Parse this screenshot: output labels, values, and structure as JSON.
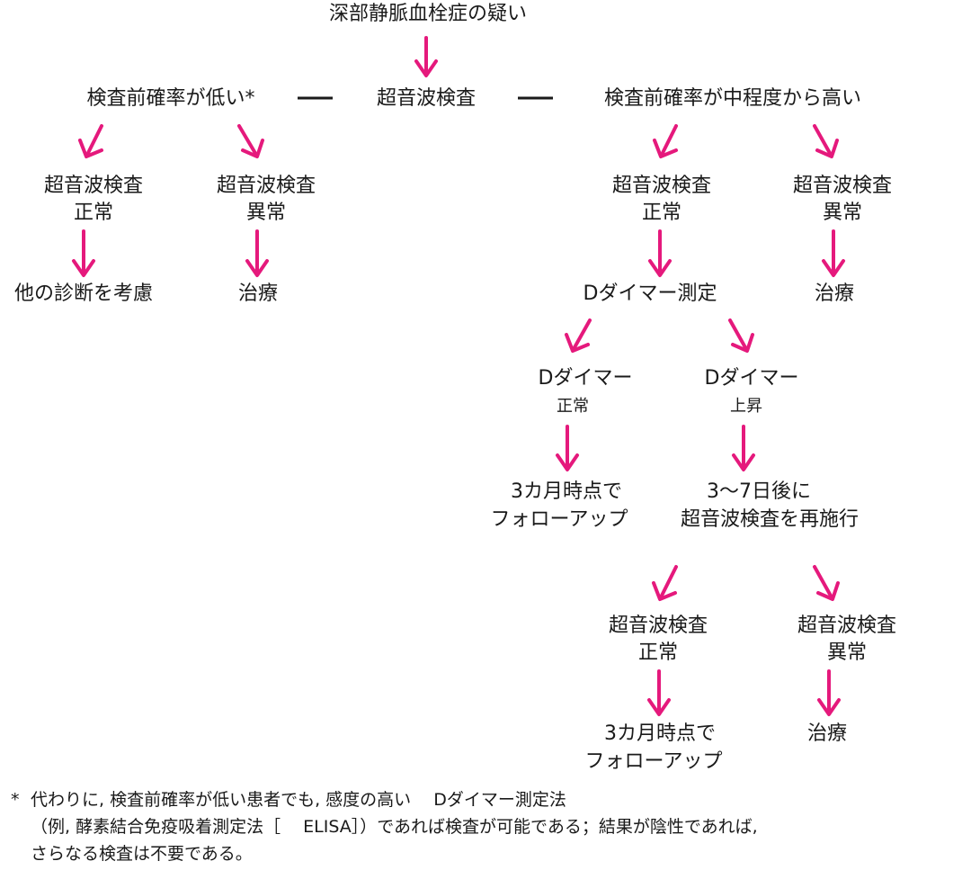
{
  "accent_color": "#e5197c",
  "nodes": {
    "top": "深部静脈血栓症の疑い",
    "center": "超音波検査",
    "low_prob": "検査前確率が低い*",
    "high_prob": "検査前確率が中程度から高い",
    "us_label": "超音波検査",
    "normal": "正常",
    "abnormal": "異常",
    "other_dx": "他の診断を考慮",
    "treatment": "治療",
    "d_dimer_test": "Dダイマー測定",
    "d_dimer": "Dダイマー",
    "elevated": "上昇",
    "followup_1": "3カ月時点で",
    "followup_2": "フォローアップ",
    "repeat_1": "3～7日後に",
    "repeat_2": "超音波検査を再施行"
  },
  "footnote": {
    "star": "*",
    "line1": "代わりに, 検査前確率が低い患者でも, 感度の高い　 Dダイマー測定法",
    "line2": "（例, 酵素結合免疫吸着測定法［　 ELISA］）であれば検査が可能である；結果が陰性であれば,",
    "line3": "さらなる検査は不要である。"
  }
}
